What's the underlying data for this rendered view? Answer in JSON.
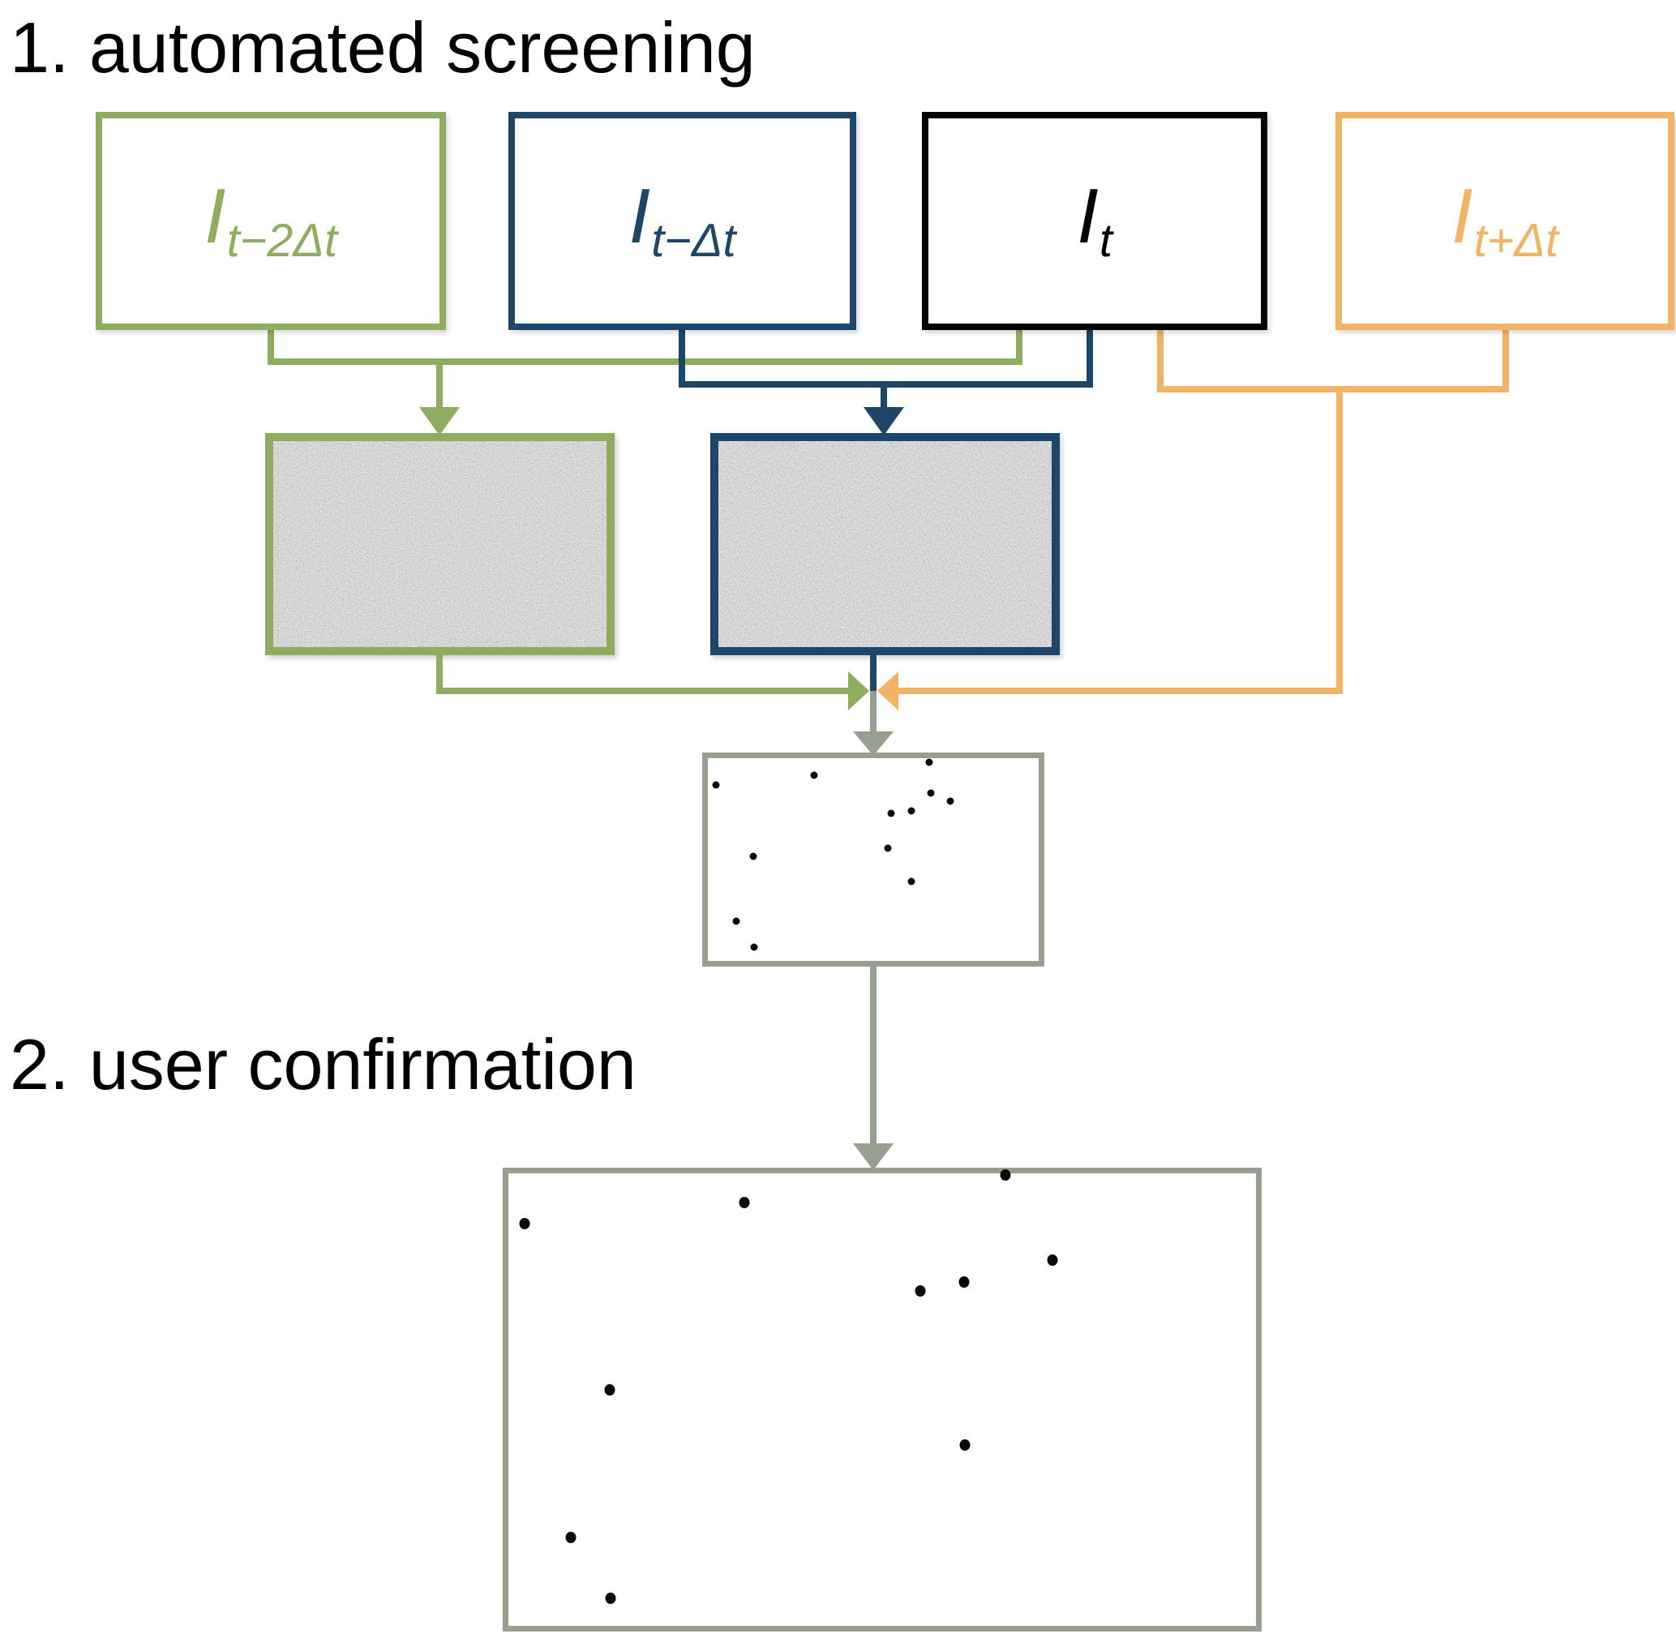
{
  "titles": {
    "step1": "1. automated screening",
    "step2": "2. user confirmation"
  },
  "frames": [
    {
      "name": "frame-t-minus-2dt",
      "symbol": "I",
      "subscript": "t−2Δt",
      "color": "#8fad60"
    },
    {
      "name": "frame-t-minus-dt",
      "symbol": "I",
      "subscript": "t−Δt",
      "color": "#1d4668"
    },
    {
      "name": "frame-t",
      "symbol": "I",
      "subscript": "t",
      "color": "#000000"
    },
    {
      "name": "frame-t-plus-dt",
      "symbol": "I",
      "subscript": "t+Δt",
      "color": "#f0b464"
    }
  ],
  "difference_images": [
    {
      "name": "difference-image-green",
      "frame_color": "#8fad60",
      "detection_color": "#00e80c",
      "background": "grayscale-noise"
    },
    {
      "name": "difference-image-blue",
      "frame_color": "#1d4668",
      "detection_color": "#2222e6",
      "background": "grayscale-noise"
    }
  ],
  "colors": {
    "green": "#8fad60",
    "navy": "#1d4668",
    "black": "#000000",
    "orange": "#f0b464",
    "result_gray": "#97a08e",
    "background": "#ffffff"
  },
  "detections": {
    "candidates": [
      [
        0.024,
        0.133
      ],
      [
        0.322,
        0.083
      ],
      [
        0.668,
        0.019
      ],
      [
        0.673,
        0.17
      ],
      [
        0.732,
        0.212
      ],
      [
        0.554,
        0.273
      ],
      [
        0.616,
        0.258
      ],
      [
        0.543,
        0.443
      ],
      [
        0.137,
        0.485
      ],
      [
        0.616,
        0.606
      ],
      [
        0.085,
        0.803
      ],
      [
        0.14,
        0.932
      ]
    ],
    "confirmed": [
      [
        0.665,
        0.004
      ],
      [
        0.316,
        0.065
      ],
      [
        0.022,
        0.112
      ],
      [
        0.728,
        0.191
      ],
      [
        0.61,
        0.24
      ],
      [
        0.551,
        0.259
      ],
      [
        0.136,
        0.479
      ],
      [
        0.611,
        0.6
      ],
      [
        0.083,
        0.804
      ],
      [
        0.137,
        0.939
      ]
    ]
  }
}
